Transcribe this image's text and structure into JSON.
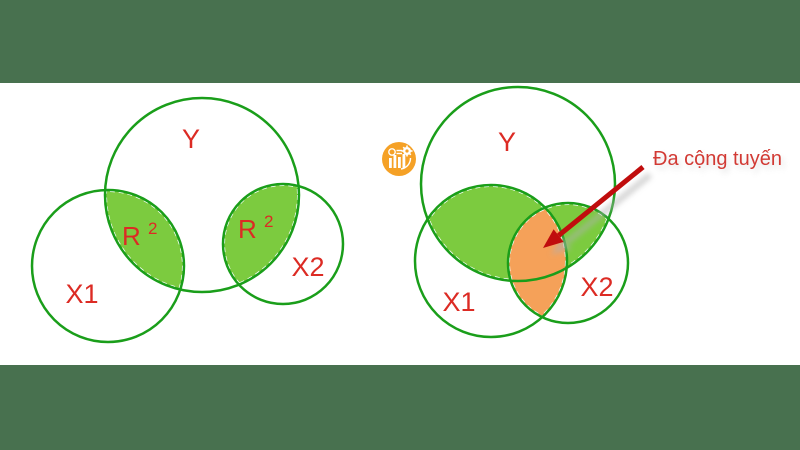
{
  "colors": {
    "band_green": "#48714f",
    "canvas_white": "#ffffff",
    "circle_stroke": "#1a9e1a",
    "overlap_green": "#7ccb3f",
    "overlap_orange": "#f5a159",
    "dashed_border": "#ffffff",
    "label_red": "#dc2b24",
    "annotation_red": "#d23a34",
    "arrow_red": "#c00d0d",
    "shadow_gray": "#b0b0b0",
    "logo_orange": "#f5a126"
  },
  "left_diagram": {
    "y_label": "Y",
    "x1_label": "X1",
    "x2_label": "X2",
    "r2_overlap_yx1": {
      "base": "R",
      "exponent": "2"
    },
    "r2_overlap_yx2": {
      "base": "R",
      "exponent": "2"
    }
  },
  "right_diagram": {
    "y_label": "Y",
    "x1_label": "X1",
    "x2_label": "X2",
    "annotation_label": "Đa cộng tuyến"
  },
  "logo": {
    "name": "analytics-logo"
  }
}
